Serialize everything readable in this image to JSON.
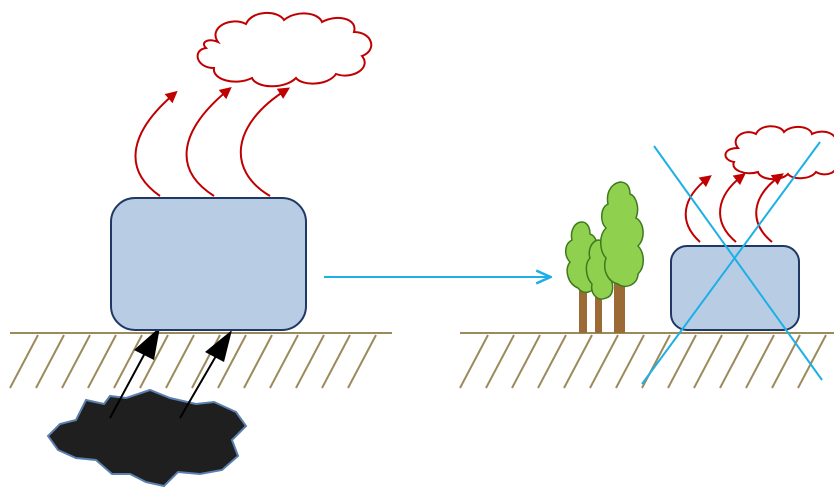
{
  "colors": {
    "background": "#ffffff",
    "box_fill": "#b8cce4",
    "box_stroke": "#1f3864",
    "ground": "#9b8a5a",
    "emission": "#c00000",
    "cloud_stroke": "#c00000",
    "transition_arrow": "#1cb0e6",
    "cross": "#1cb0e6",
    "deposit_fill": "#1f1f1f",
    "deposit_stroke": "#5b7fb0",
    "extraction_arrow": "#000000",
    "tree_foliage": "#8fd14f",
    "tree_outline": "#3f7a1e",
    "tree_trunk": "#9c6a34"
  },
  "icons": {
    "emission_cloud": "cloud-icon",
    "fossil_deposit": "fossil-deposit-icon",
    "trees": "tree-icon",
    "cross_out": "cross-out-icon"
  },
  "scenes": {
    "before": {
      "emission_count": 3,
      "extraction_count": 2
    },
    "after": {
      "emission_count": 3,
      "tree_count": 3,
      "crossed_out": true
    }
  }
}
